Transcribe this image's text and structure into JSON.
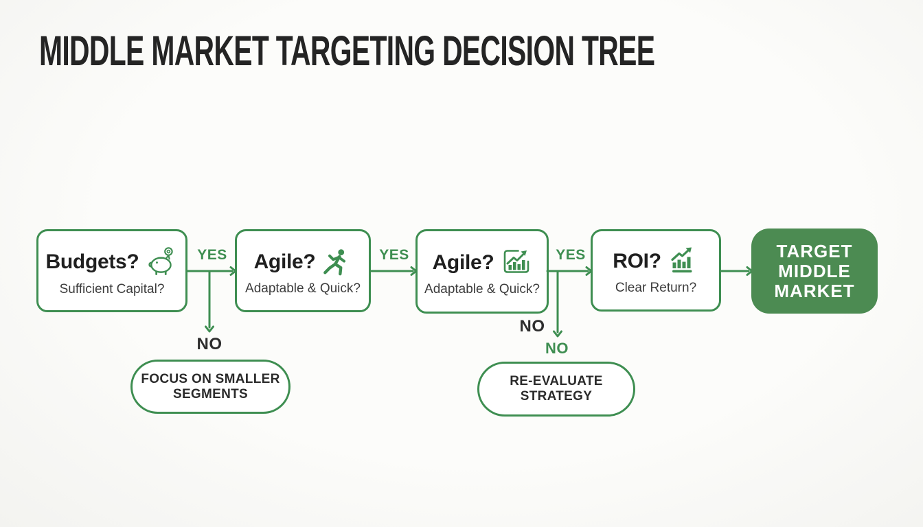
{
  "title": "MIDDLE MARKET TARGETING DECISION TREE",
  "colors": {
    "green": "#3e8e51",
    "target_fill": "#4c8b52"
  },
  "nodes": [
    {
      "question": "Budgets?",
      "subtitle": "Sufficient Capital?",
      "icon": "piggy-bank"
    },
    {
      "question": "Agile?",
      "subtitle": "Adaptable & Quick?",
      "icon": "runner"
    },
    {
      "question": "Agile?",
      "subtitle": "Adaptable & Quick?",
      "icon": "bar-chart-framed"
    },
    {
      "question": "ROI?",
      "subtitle": "Clear Return?",
      "icon": "bar-chart-trend"
    }
  ],
  "edges": {
    "yes1": "YES",
    "yes2": "YES",
    "yes3": "YES",
    "no1": "NO",
    "no2": "NO",
    "no2_secondary": "NO"
  },
  "outcomes": [
    {
      "lines": [
        "FOCUS ON SMALLER",
        "SEGMENTS"
      ]
    },
    {
      "lines": [
        "RE-EVALUATE",
        "STRATEGY"
      ]
    }
  ],
  "target": {
    "lines": [
      "TARGET",
      "MIDDLE",
      "MARKET"
    ]
  }
}
